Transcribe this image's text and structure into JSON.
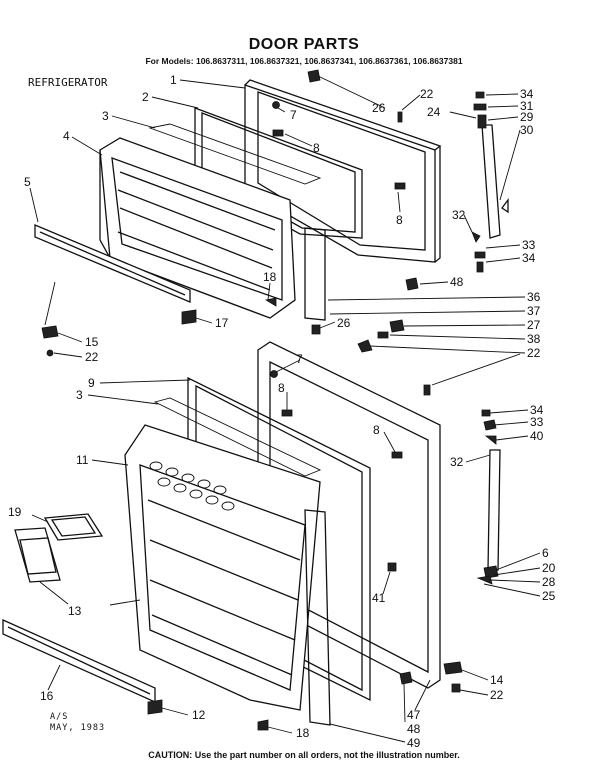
{
  "header": {
    "title": "DOOR PARTS",
    "models": "For Models: 106.8637311, 106.8637321, 106.8637341, 106.8637361, 106.8637381",
    "section": "REFRIGERATOR"
  },
  "footer": {
    "date_line1": "A/S",
    "date_line2": "MAY, 1983",
    "caution": "CAUTION: Use the part number on all orders, not the illustration number."
  },
  "callouts": [
    "1",
    "2",
    "3",
    "4",
    "5",
    "26",
    "7",
    "8",
    "22",
    "24",
    "34",
    "31",
    "29",
    "30",
    "8",
    "32",
    "33",
    "34",
    "48",
    "18",
    "17",
    "15",
    "22",
    "36",
    "37",
    "26",
    "27",
    "38",
    "22",
    "9",
    "3",
    "7",
    "8",
    "8",
    "34",
    "33",
    "40",
    "32",
    "11",
    "19",
    "13",
    "6",
    "20",
    "28",
    "25",
    "41",
    "16",
    "12",
    "18",
    "47",
    "48",
    "49",
    "14",
    "22"
  ]
}
